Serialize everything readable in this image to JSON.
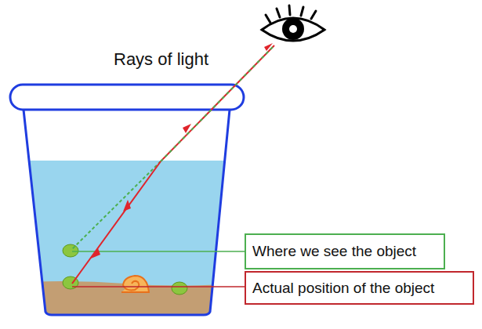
{
  "diagram": {
    "nodes": [
      {
        "text": [
          "Where we see the object"
        ]
      },
      {
        "text": [
          "Actual position of the object"
        ]
      }
    ],
    "labels": [
      "Rays of light"
    ]
  }
}
